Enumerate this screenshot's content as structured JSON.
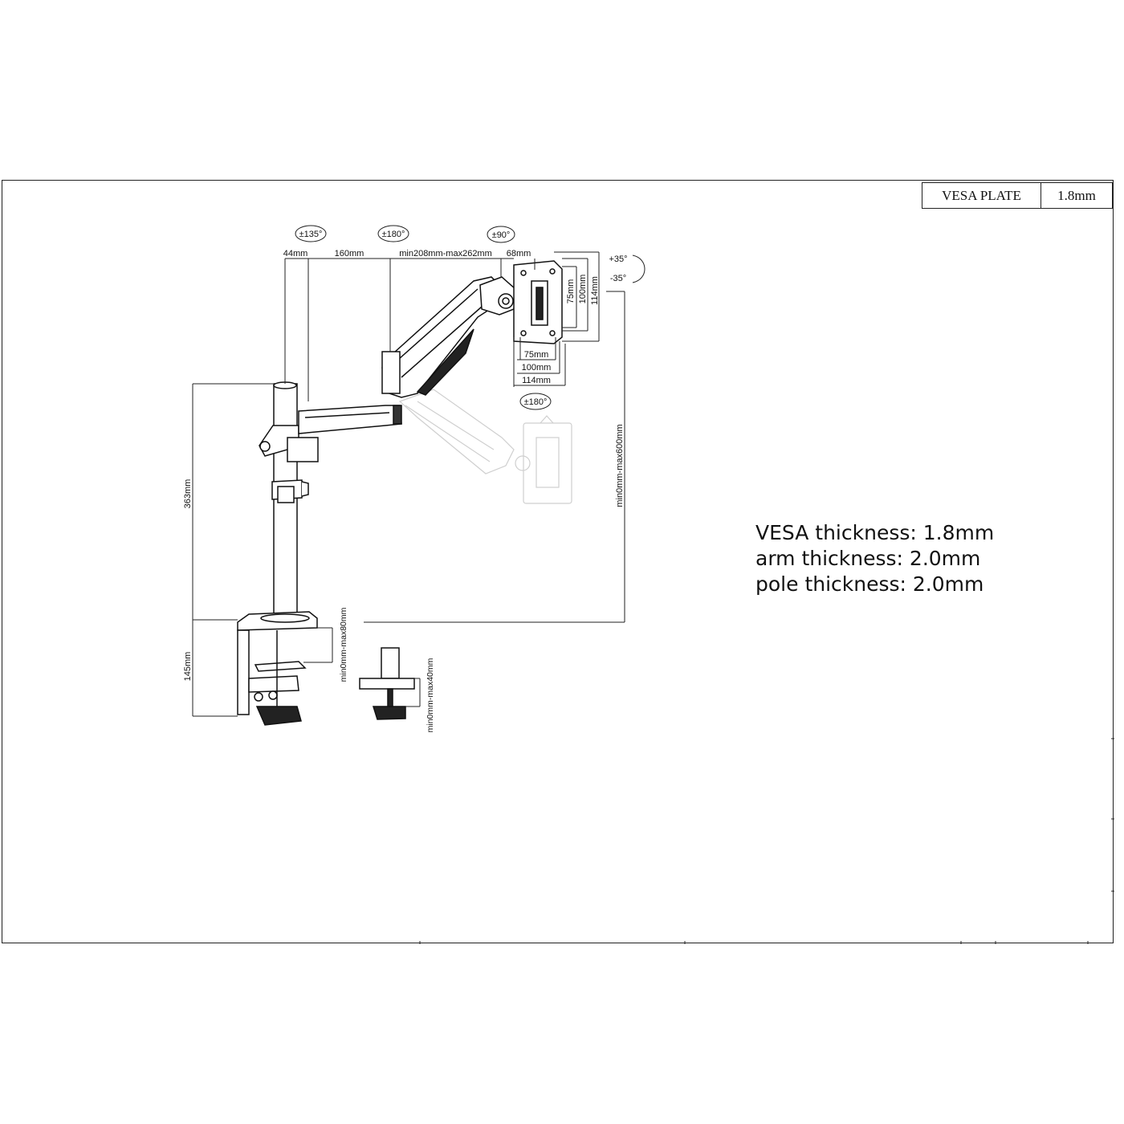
{
  "title_block": {
    "name": "VESA PLATE",
    "value": "1.8mm"
  },
  "rotation_labels": {
    "joint_pole": "±135°",
    "joint_arm": "±180°",
    "joint_head": "±90°",
    "plate_rotation": "±180°",
    "tilt_up": "+35°",
    "tilt_down": "-35°"
  },
  "dimensions": {
    "pole_offset": "44mm",
    "lower_arm": "160mm",
    "upper_arm": "min208mm-max262mm",
    "head": "68mm",
    "vesa_75": "75mm",
    "vesa_100": "100mm",
    "vesa_114": "114mm",
    "pole_height": "363mm",
    "clamp_height": "145mm",
    "height_range": "min0mm-max600mm",
    "desk_clamp_range": "min0mm-max80mm",
    "grommet_range": "min0mm-max40mm"
  },
  "notes": [
    "VESA thickness: 1.8mm",
    "arm thickness: 2.0mm",
    "pole thickness: 2.0mm"
  ]
}
